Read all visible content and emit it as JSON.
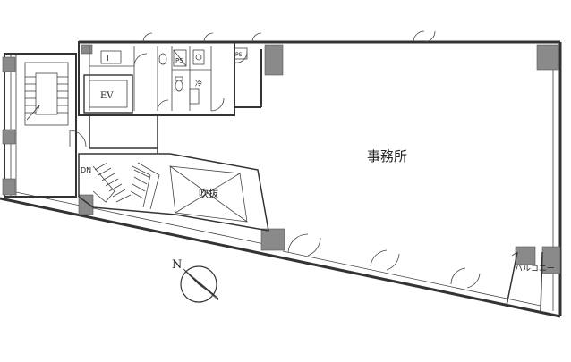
{
  "plan": {
    "rooms": {
      "office": "事務所",
      "atrium": "吹抜",
      "balcony": "バルコニー",
      "elevator": "EV",
      "ps_upper": "PS",
      "ps_right": "PS",
      "downstairs": "DN",
      "storage_i": "I",
      "kitchen": "冷"
    },
    "compass": {
      "north_label": "N"
    },
    "colors": {
      "wall": "#333333",
      "column": "#8a8a8a"
    }
  }
}
